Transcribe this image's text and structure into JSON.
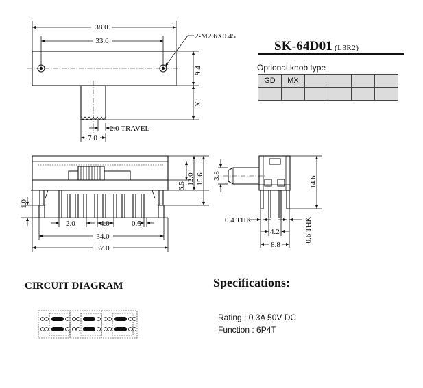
{
  "title": {
    "part_number": "SK-64D01",
    "variant": "(L3R2)"
  },
  "knob": {
    "label": "Optional knob type",
    "options": [
      "GD",
      "MX",
      "",
      "",
      "",
      ""
    ]
  },
  "top_view": {
    "overall_width": "38.0",
    "hole_pitch": "33.0",
    "mount_holes": "2-M2.6X0.45",
    "height": "9.4",
    "knob_length": "X",
    "travel": "2.0  TRAVEL",
    "knob_width": "7.0"
  },
  "front_view": {
    "pin_offset": "1.0",
    "pin_pitch": "2.0",
    "group_pitch": "4.0",
    "pin_thickness": "0.5",
    "pin_span": "34.0",
    "body_length": "37.0",
    "dim_6_5": "6.5",
    "dim_12_0": "12.0",
    "dim_15_6": "15.6"
  },
  "side_view": {
    "knob_dia": "3.8",
    "height": "14.6",
    "plate_thk": "0.4 THK",
    "pin_thk": "0.6 THK",
    "row_pitch": "4.2",
    "width": "8.8"
  },
  "circuit": {
    "title": "CIRCUIT DIAGRAM"
  },
  "specs": {
    "title": "Specifications:",
    "rating": "Rating : 0.3A 50V DC",
    "function": "Function : 6P4T"
  }
}
